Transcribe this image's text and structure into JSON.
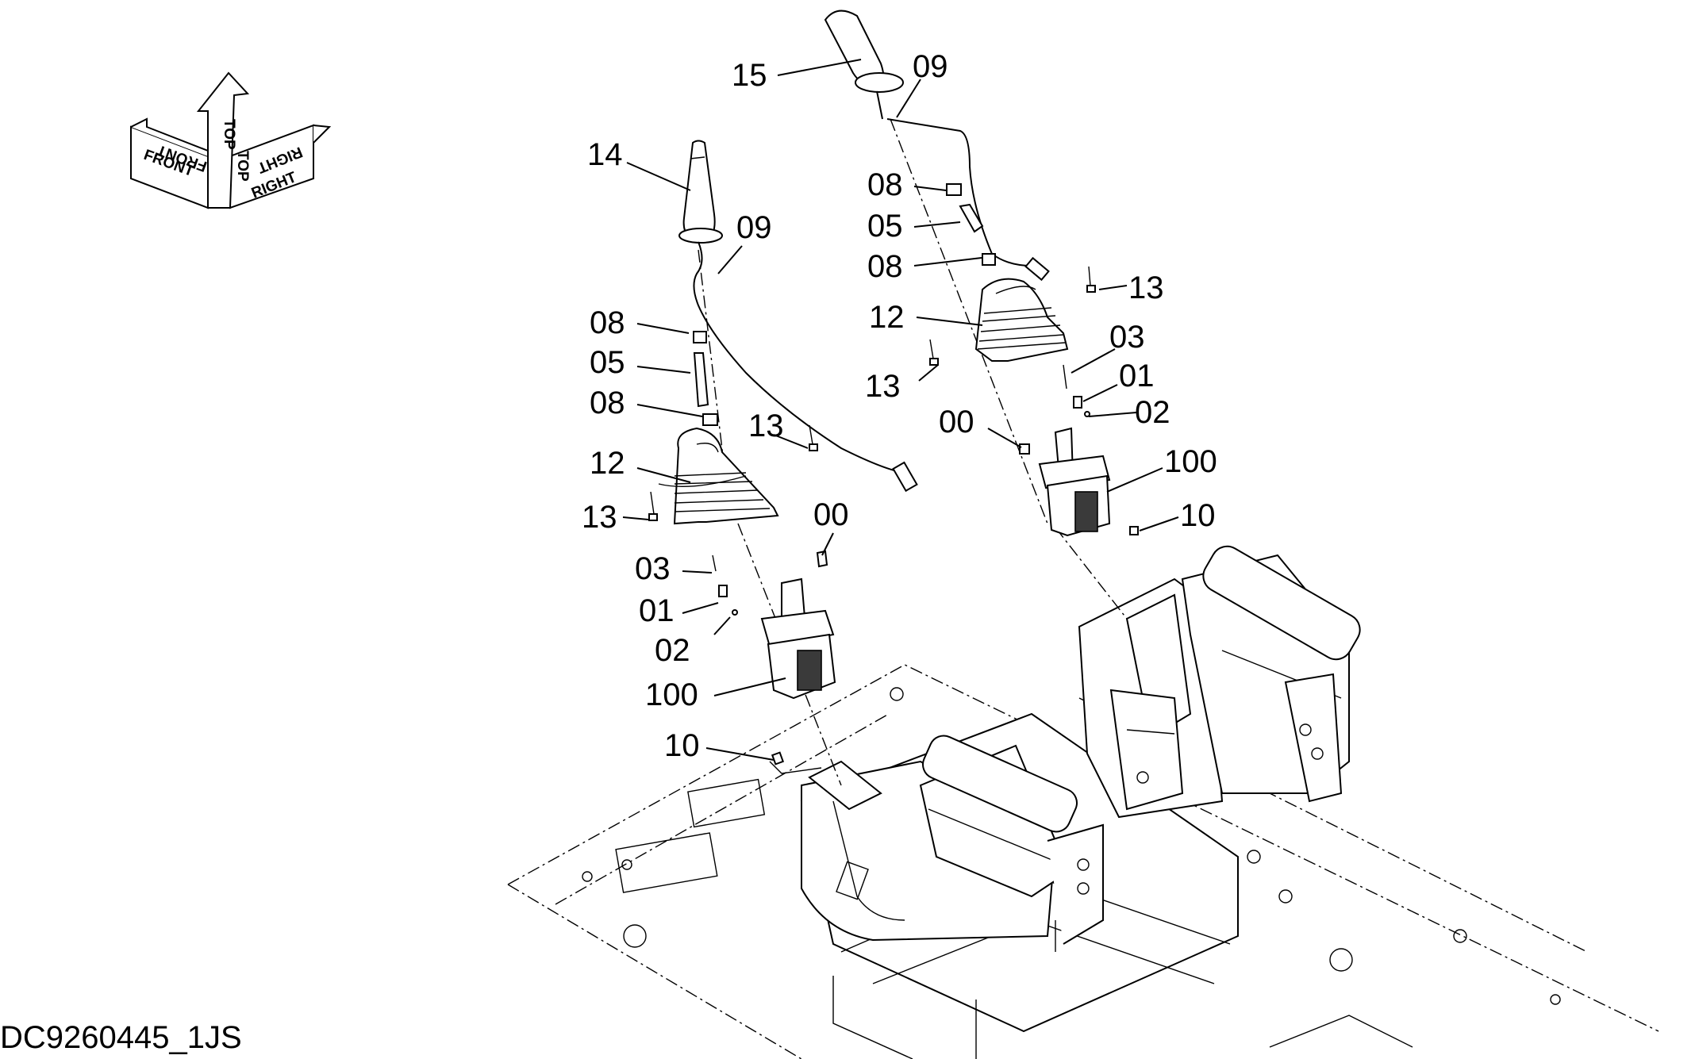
{
  "orientation": {
    "top_label": "TOP",
    "front_label": "FRONT",
    "right_label": "RIGHT"
  },
  "drawing_code": "DC9260445_1JS",
  "left_assembly": {
    "callouts": {
      "lever": "14",
      "cable_clip": "09",
      "nut_upper": "08",
      "sleeve": "05",
      "nut_lower": "08",
      "boot": "12",
      "screw_right": "13",
      "screw_left": "13",
      "pin": "03",
      "bolt_a": "00",
      "bolt_b": "01",
      "washer": "02",
      "valve": "100",
      "fastener": "10"
    }
  },
  "right_assembly": {
    "callouts": {
      "lever": "15",
      "cable_clip": "09",
      "nut_upper": "08",
      "sleeve": "05",
      "nut_lower": "08",
      "boot": "12",
      "screw_right": "13",
      "screw_left": "13",
      "pin": "03",
      "bolt_b": "01",
      "washer": "02",
      "bolt_a": "00",
      "valve": "100",
      "fastener": "10"
    }
  }
}
